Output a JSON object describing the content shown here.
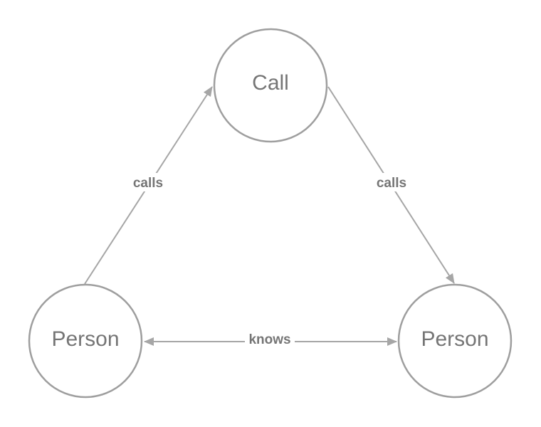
{
  "diagram": {
    "nodes": {
      "call": "Call",
      "person_left": "Person",
      "person_right": "Person"
    },
    "edges": {
      "left_calls": "calls",
      "right_calls": "calls",
      "knows": "knows"
    },
    "colors": {
      "stroke": "#9e9e9e",
      "edge": "#a6a6a6",
      "text": "#757575"
    }
  }
}
